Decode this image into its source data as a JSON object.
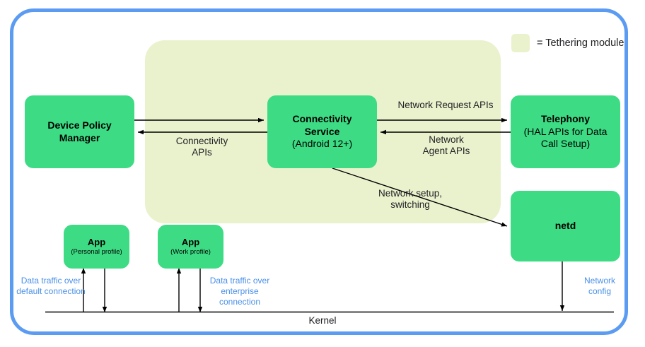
{
  "legend": {
    "swatch_color": "#eaf2cd",
    "text": "= Tethering module"
  },
  "colors": {
    "frame_border": "#5b9bf2",
    "tethering_region": "#eaf2cd",
    "node_fill": "#3ddc84",
    "blue_text": "#4a90e8",
    "line": "#000000"
  },
  "nodes": {
    "device_policy_manager": {
      "title": "Device Policy\nManager",
      "sub": ""
    },
    "connectivity_service": {
      "title": "Connectivity\nService",
      "sub": "(Android 12+)"
    },
    "telephony": {
      "title": "Telephony",
      "sub": "(HAL APIs for Data\nCall Setup)"
    },
    "netd": {
      "title": "netd",
      "sub": ""
    },
    "app_personal": {
      "title": "App",
      "sub": "(Personal profile)"
    },
    "app_work": {
      "title": "App",
      "sub": "(Work profile)"
    }
  },
  "edge_labels": {
    "connectivity_apis": "Connectivity\nAPIs",
    "network_request_apis": "Network Request APIs",
    "network_agent_apis": "Network\nAgent APIs",
    "network_setup_switching": "Network setup,\nswitching"
  },
  "bottom": {
    "kernel": "Kernel",
    "data_traffic_default": "Data traffic over\ndefault connection",
    "data_traffic_enterprise": "Data traffic over\nenterprise connection",
    "network_config": "Network\nconfig"
  }
}
